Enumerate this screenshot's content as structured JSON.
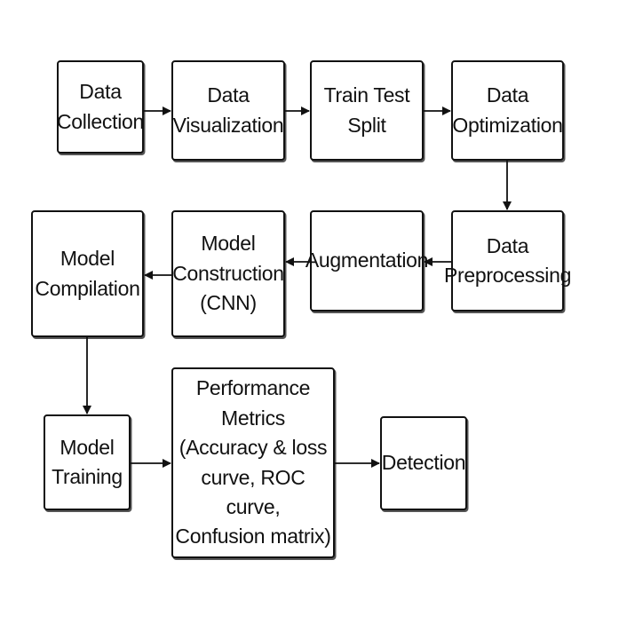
{
  "nodes": {
    "data_collection": "Data\nCollection",
    "data_visualization": "Data\nVisualization",
    "train_test_split": "Train Test Split",
    "data_optimization": "Data\nOptimization",
    "data_preprocessing": "Data\nPreprocessing",
    "augmentation": "Augmentation",
    "model_construction": "Model\nConstruction\n(CNN)",
    "model_compilation": "Model\nCompilation",
    "model_training": "Model\nTraining",
    "performance_metrics": "Performance Metrics\n(Accuracy & loss\ncurve, ROC curve,\nConfusion matrix)",
    "detection": "Detection"
  },
  "edges": [
    [
      "data_collection",
      "data_visualization"
    ],
    [
      "data_visualization",
      "train_test_split"
    ],
    [
      "train_test_split",
      "data_optimization"
    ],
    [
      "data_optimization",
      "data_preprocessing"
    ],
    [
      "data_preprocessing",
      "augmentation"
    ],
    [
      "augmentation",
      "model_construction"
    ],
    [
      "model_construction",
      "model_compilation"
    ],
    [
      "model_compilation",
      "model_training"
    ],
    [
      "model_training",
      "performance_metrics"
    ],
    [
      "performance_metrics",
      "detection"
    ]
  ]
}
